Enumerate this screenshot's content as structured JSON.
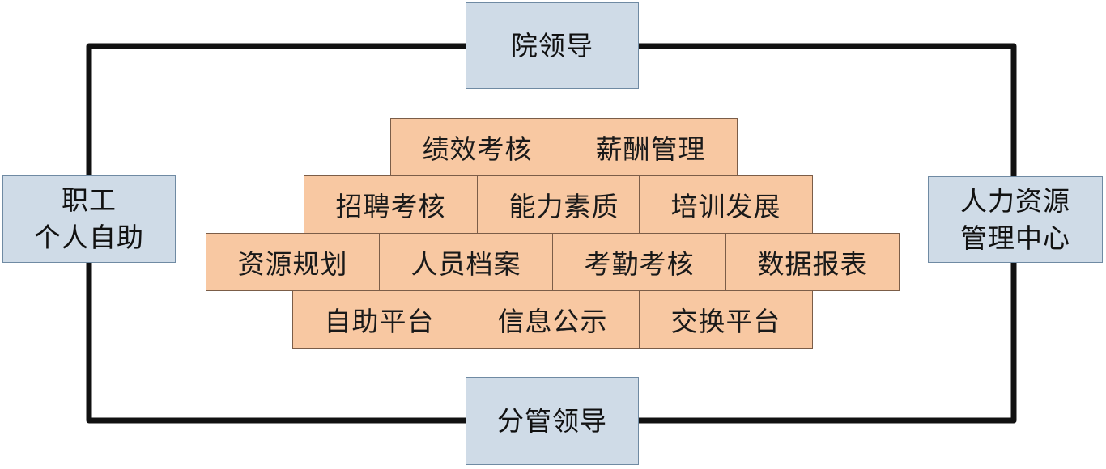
{
  "nodes": {
    "top": {
      "label": "院领导"
    },
    "bottom": {
      "label": "分管领导"
    },
    "left": {
      "lines": [
        "职工",
        "个人自助"
      ]
    },
    "right": {
      "lines": [
        "人力资源",
        "管理中心"
      ]
    }
  },
  "modules": {
    "row1": [
      "绩效考核",
      "薪酬管理"
    ],
    "row2": [
      "招聘考核",
      "能力素质",
      "培训发展"
    ],
    "row3": [
      "资源规划",
      "人员档案",
      "考勤考核",
      "数据报表"
    ],
    "row4": [
      "自助平台",
      "信息公示",
      "交换平台"
    ]
  },
  "colors": {
    "node_fill": "#cfdbe7",
    "module_fill": "#f8c8a2",
    "connector": "#111111"
  }
}
